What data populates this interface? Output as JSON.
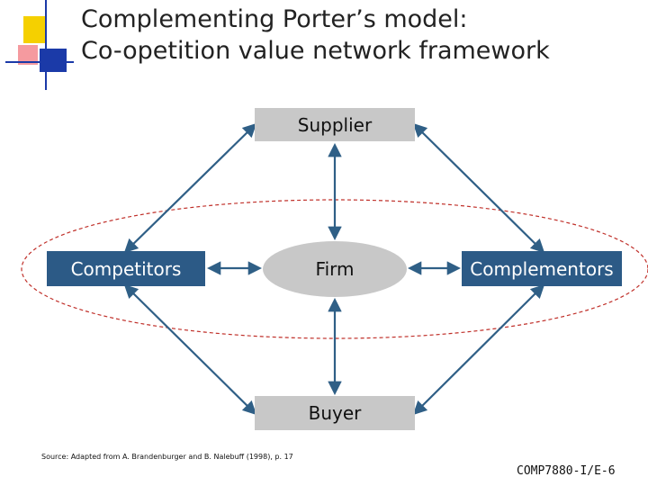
{
  "slide": {
    "title_line1": "Complementing Porter’s model:",
    "title_line2": "Co-opetition value network framework",
    "source": "Source: Adapted from A. Brandenburger and B. Nalebuff (1998), p. 17",
    "footer": "COMP7880-I/E-6"
  },
  "diagram": {
    "nodes": {
      "supplier": "Supplier",
      "competitors": "Competitors",
      "firm": "Firm",
      "complementors": "Complementors",
      "buyer": "Buyer"
    }
  },
  "colors": {
    "accent_yellow": "#f5d000",
    "accent_red": "#e8202a",
    "accent_blue": "#1b3aa8",
    "box_blue": "#2c5a86",
    "box_gray": "#c8c8c8",
    "arrow": "#2f5f86",
    "ellipse_dash": "#c0302a"
  }
}
